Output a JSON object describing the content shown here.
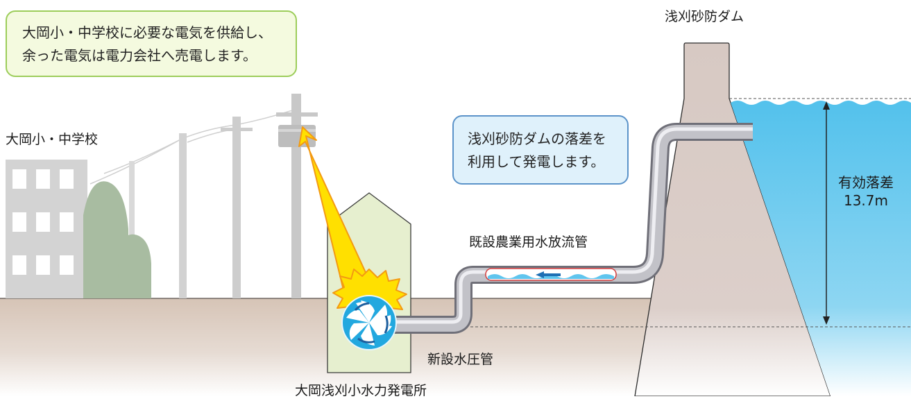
{
  "callouts": {
    "supply": {
      "line1": "大岡小・中学校に必要な電気を供給し、",
      "line2": "余った電気は電力会社へ売電します。"
    },
    "head": {
      "line1": "浅刈砂防ダムの落差を",
      "line2": "利用して発電します。"
    }
  },
  "labels": {
    "dam": "浅刈砂防ダム",
    "school": "大岡小・中学校",
    "canal": "既設農業用水放流管",
    "penstock": "新設水圧管",
    "station": "大岡浅刈小水力発電所",
    "effective_head": "有効落差",
    "head_value": "13.7m"
  },
  "colors": {
    "ground": "#d8c8bc",
    "water": "#5bc4ec",
    "dam": "#d9ccc7",
    "station": "#e6efcf",
    "turbine": "#29a9e0",
    "spark": "#ffd400",
    "pipe": "#b9b9bf"
  }
}
